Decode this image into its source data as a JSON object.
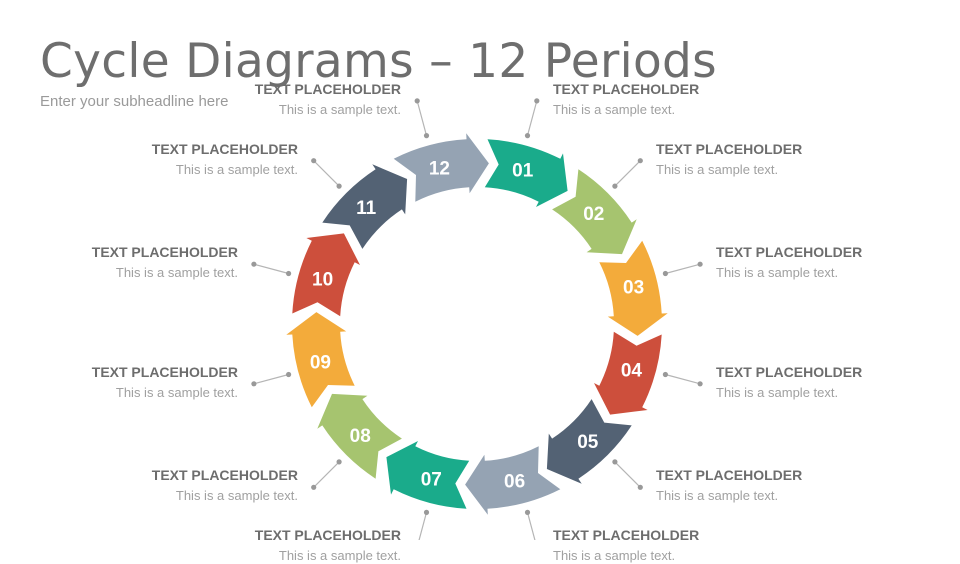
{
  "header": {
    "title": "Cycle Diagrams – 12 Periods",
    "subtitle": "Enter your subheadline here"
  },
  "segments": [
    {
      "number": "01",
      "color": "#1aab8b",
      "title": "TEXT PLACEHOLDER",
      "text": "This is a sample text."
    },
    {
      "number": "02",
      "color": "#a6c46f",
      "title": "TEXT PLACEHOLDER",
      "text": "This is a sample text."
    },
    {
      "number": "03",
      "color": "#f3ab3b",
      "title": "TEXT PLACEHOLDER",
      "text": "This is a sample text."
    },
    {
      "number": "04",
      "color": "#cd4f3c",
      "title": "TEXT PLACEHOLDER",
      "text": "This is a sample text."
    },
    {
      "number": "05",
      "color": "#536274",
      "title": "TEXT PLACEHOLDER",
      "text": "This is a sample text."
    },
    {
      "number": "06",
      "color": "#95a3b3",
      "title": "TEXT PLACEHOLDER",
      "text": "This is a sample text."
    },
    {
      "number": "07",
      "color": "#1aab8b",
      "title": "TEXT PLACEHOLDER",
      "text": "This is a sample text."
    },
    {
      "number": "08",
      "color": "#a6c46f",
      "title": "TEXT PLACEHOLDER",
      "text": "This is a sample text."
    },
    {
      "number": "09",
      "color": "#f3ab3b",
      "title": "TEXT PLACEHOLDER",
      "text": "This is a sample text."
    },
    {
      "number": "10",
      "color": "#cd4f3c",
      "title": "TEXT PLACEHOLDER",
      "text": "This is a sample text."
    },
    {
      "number": "11",
      "color": "#536274",
      "title": "TEXT PLACEHOLDER",
      "text": "This is a sample text."
    },
    {
      "number": "12",
      "color": "#95a3b3",
      "title": "TEXT PLACEHOLDER",
      "text": "This is a sample text."
    }
  ],
  "colors": {
    "connector": "#999999",
    "heading": "#6d6d6d",
    "body": "#a0a0a0"
  }
}
